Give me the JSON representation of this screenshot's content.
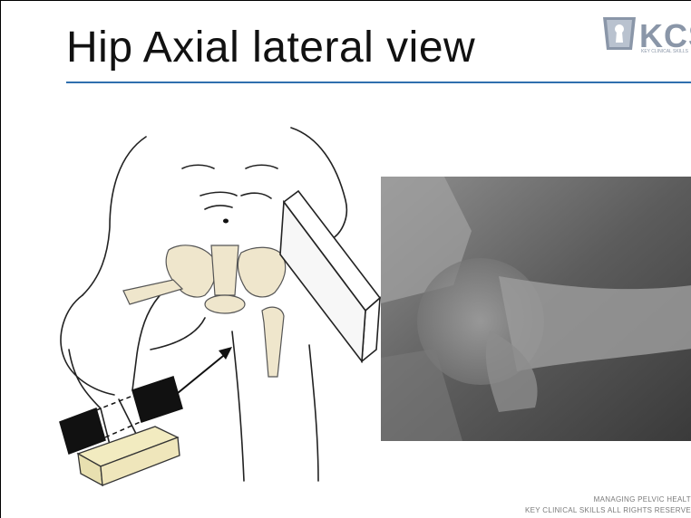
{
  "slide": {
    "title": "Hip Axial lateral view"
  },
  "logo": {
    "text": "KCS",
    "tagline": "KEY CLINICAL SKILLS",
    "icon": "keyhole-shield-icon",
    "color": "#8a96a8"
  },
  "illustration": {
    "icon": "patient-positioning-illustration"
  },
  "xray": {
    "icon": "hip-radiograph-image"
  },
  "footer": {
    "line1": "MANAGING PELVIC HEALT",
    "line2": "KEY CLINICAL SKILLS ALL RIGHTS RESERVE"
  },
  "colors": {
    "accent_rule": "#2f6fae",
    "bone": "#efe6cc",
    "block": "#f2ebc0"
  }
}
